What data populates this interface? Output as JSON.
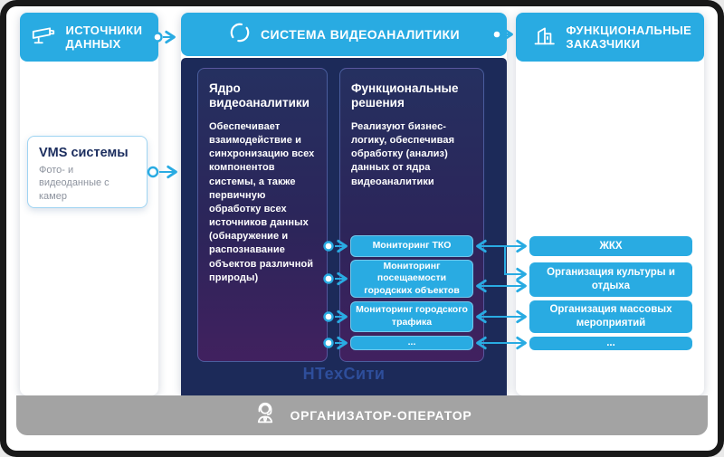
{
  "colors": {
    "accent": "#29abe2",
    "navy": "#1c2a59",
    "panel_purple": "#41215f",
    "footer_gray": "#a3a3a3",
    "brand_blue": "#2e4e9b"
  },
  "headers": {
    "sources": {
      "label": "ИСТОЧНИКИ ДАННЫХ",
      "icon": "cctv-camera-icon"
    },
    "system": {
      "label": "СИСТЕМА ВИДЕОАНАЛИТИКИ",
      "icon": "processing-circle-icon"
    },
    "customers": {
      "label": "ФУНКЦИОНАЛЬНЫЕ ЗАКАЗЧИКИ",
      "icon": "building-icon"
    }
  },
  "vms_box": {
    "title": "VMS системы",
    "subtitle": "Фото- и видеоданные с камер"
  },
  "core_panel": {
    "title": "Ядро видеоаналитики",
    "body": "Обеспечивает взаимодействие и синхронизацию всех компонентов системы, а также первичную обработку всех источников данных (обнаружение и распознавание объектов различной природы)"
  },
  "solutions_panel": {
    "title": "Функциональные решения",
    "body": "Реализуют бизнес-логику, обеспечивая обработку (анализ) данных от ядра видеоаналитики"
  },
  "solution_buttons": [
    "Мониторинг ТКО",
    "Мониторинг посещаемости городских объектов",
    "Мониторинг городского трафика",
    "..."
  ],
  "customer_boxes": [
    "ЖКХ",
    "Организация культуры и отдыха",
    "Организация массовых мероприятий",
    "..."
  ],
  "brand": "НТехСити",
  "footer": {
    "label": "ОРГАНИЗАТОР-ОПЕРАТОР",
    "icon": "operator-headset-icon"
  }
}
